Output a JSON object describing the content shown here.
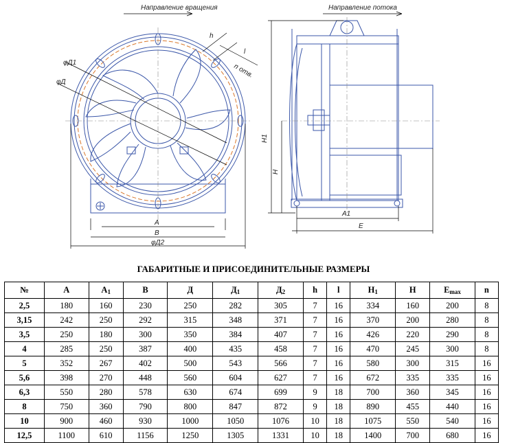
{
  "drawing": {
    "labels": {
      "rotation": "Направление вращения",
      "flow": "Направление потока",
      "d1": "φД1",
      "d": "φД",
      "d2": "φД2",
      "a": "A",
      "b": "B",
      "h_small": "h",
      "l": "l",
      "n_holes": "n отв.",
      "h1": "H1",
      "h": "H",
      "a1": "A1",
      "e": "E"
    }
  },
  "table": {
    "title": "ГАБАРИТНЫЕ И ПРИСОЕДИНИТЕЛЬНЫЕ РАЗМЕРЫ",
    "headers": [
      {
        "main": "№",
        "sub": ""
      },
      {
        "main": "A",
        "sub": ""
      },
      {
        "main": "A",
        "sub": "1"
      },
      {
        "main": "B",
        "sub": ""
      },
      {
        "main": "Д",
        "sub": ""
      },
      {
        "main": "Д",
        "sub": "1"
      },
      {
        "main": "Д",
        "sub": "2"
      },
      {
        "main": "h",
        "sub": ""
      },
      {
        "main": "l",
        "sub": ""
      },
      {
        "main": "H",
        "sub": "1"
      },
      {
        "main": "H",
        "sub": ""
      },
      {
        "main": "E",
        "sub": "max"
      },
      {
        "main": "n",
        "sub": ""
      }
    ],
    "rows": [
      [
        "2,5",
        "180",
        "160",
        "230",
        "250",
        "282",
        "305",
        "7",
        "16",
        "334",
        "160",
        "200",
        "8"
      ],
      [
        "3,15",
        "242",
        "250",
        "292",
        "315",
        "348",
        "371",
        "7",
        "16",
        "370",
        "200",
        "280",
        "8"
      ],
      [
        "3,5",
        "250",
        "180",
        "300",
        "350",
        "384",
        "407",
        "7",
        "16",
        "426",
        "220",
        "290",
        "8"
      ],
      [
        "4",
        "285",
        "250",
        "387",
        "400",
        "435",
        "458",
        "7",
        "16",
        "470",
        "245",
        "300",
        "8"
      ],
      [
        "5",
        "352",
        "267",
        "402",
        "500",
        "543",
        "566",
        "7",
        "16",
        "580",
        "300",
        "315",
        "16"
      ],
      [
        "5,6",
        "398",
        "270",
        "448",
        "560",
        "604",
        "627",
        "7",
        "16",
        "672",
        "335",
        "335",
        "16"
      ],
      [
        "6,3",
        "550",
        "280",
        "578",
        "630",
        "674",
        "699",
        "9",
        "18",
        "700",
        "360",
        "345",
        "16"
      ],
      [
        "8",
        "750",
        "360",
        "790",
        "800",
        "847",
        "872",
        "9",
        "18",
        "890",
        "455",
        "440",
        "16"
      ],
      [
        "10",
        "900",
        "460",
        "930",
        "1000",
        "1050",
        "1076",
        "10",
        "18",
        "1075",
        "550",
        "540",
        "16"
      ],
      [
        "12,5",
        "1100",
        "610",
        "1156",
        "1250",
        "1305",
        "1331",
        "10",
        "18",
        "1400",
        "700",
        "680",
        "16"
      ]
    ]
  }
}
